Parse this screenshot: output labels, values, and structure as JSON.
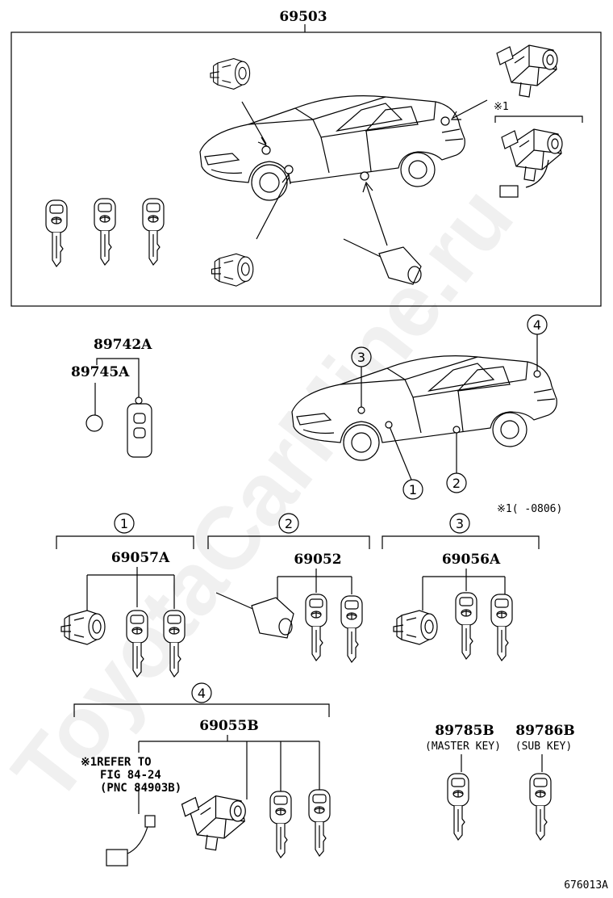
{
  "diagram": {
    "assembly_number": "69503",
    "remote_numbers": [
      "89742A",
      "89745A"
    ],
    "callouts": [
      "1",
      "2",
      "3",
      "4"
    ],
    "note_1_mark": "※1",
    "note_1_date": "※1(  -0806)",
    "groups": [
      {
        "circle": "1",
        "part": "69057A"
      },
      {
        "circle": "2",
        "part": "69052"
      },
      {
        "circle": "3",
        "part": "69056A"
      },
      {
        "circle": "4",
        "part": "69055B"
      }
    ],
    "refer_note": [
      "※1REFER TO",
      "FIG 84-24",
      "(PNC 84903B)"
    ],
    "keys": [
      {
        "part": "89785B",
        "label": "(MASTER KEY)"
      },
      {
        "part": "89786B",
        "label": "(SUB KEY)"
      }
    ],
    "figure_code": "676013A",
    "watermark": "ToyotaCarMine.ru"
  }
}
